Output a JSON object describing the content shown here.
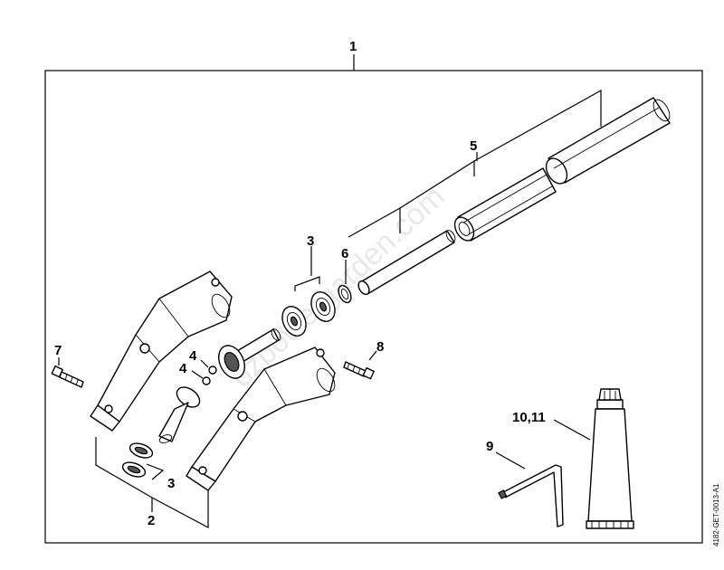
{
  "diagram": {
    "labels": {
      "assembly": "1",
      "housing_set": "2",
      "bearing_upper": "3",
      "bearing_lower": "3",
      "ball_upper": "4",
      "ball_lower": "4",
      "drive_tube": "5",
      "circlip": "6",
      "screw_left": "7",
      "screw_right": "8",
      "hex_key": "9",
      "grease_tube": "10,11"
    },
    "code": "4182-GET-0013-A1",
    "watermark": "ozpowergarden.com"
  }
}
